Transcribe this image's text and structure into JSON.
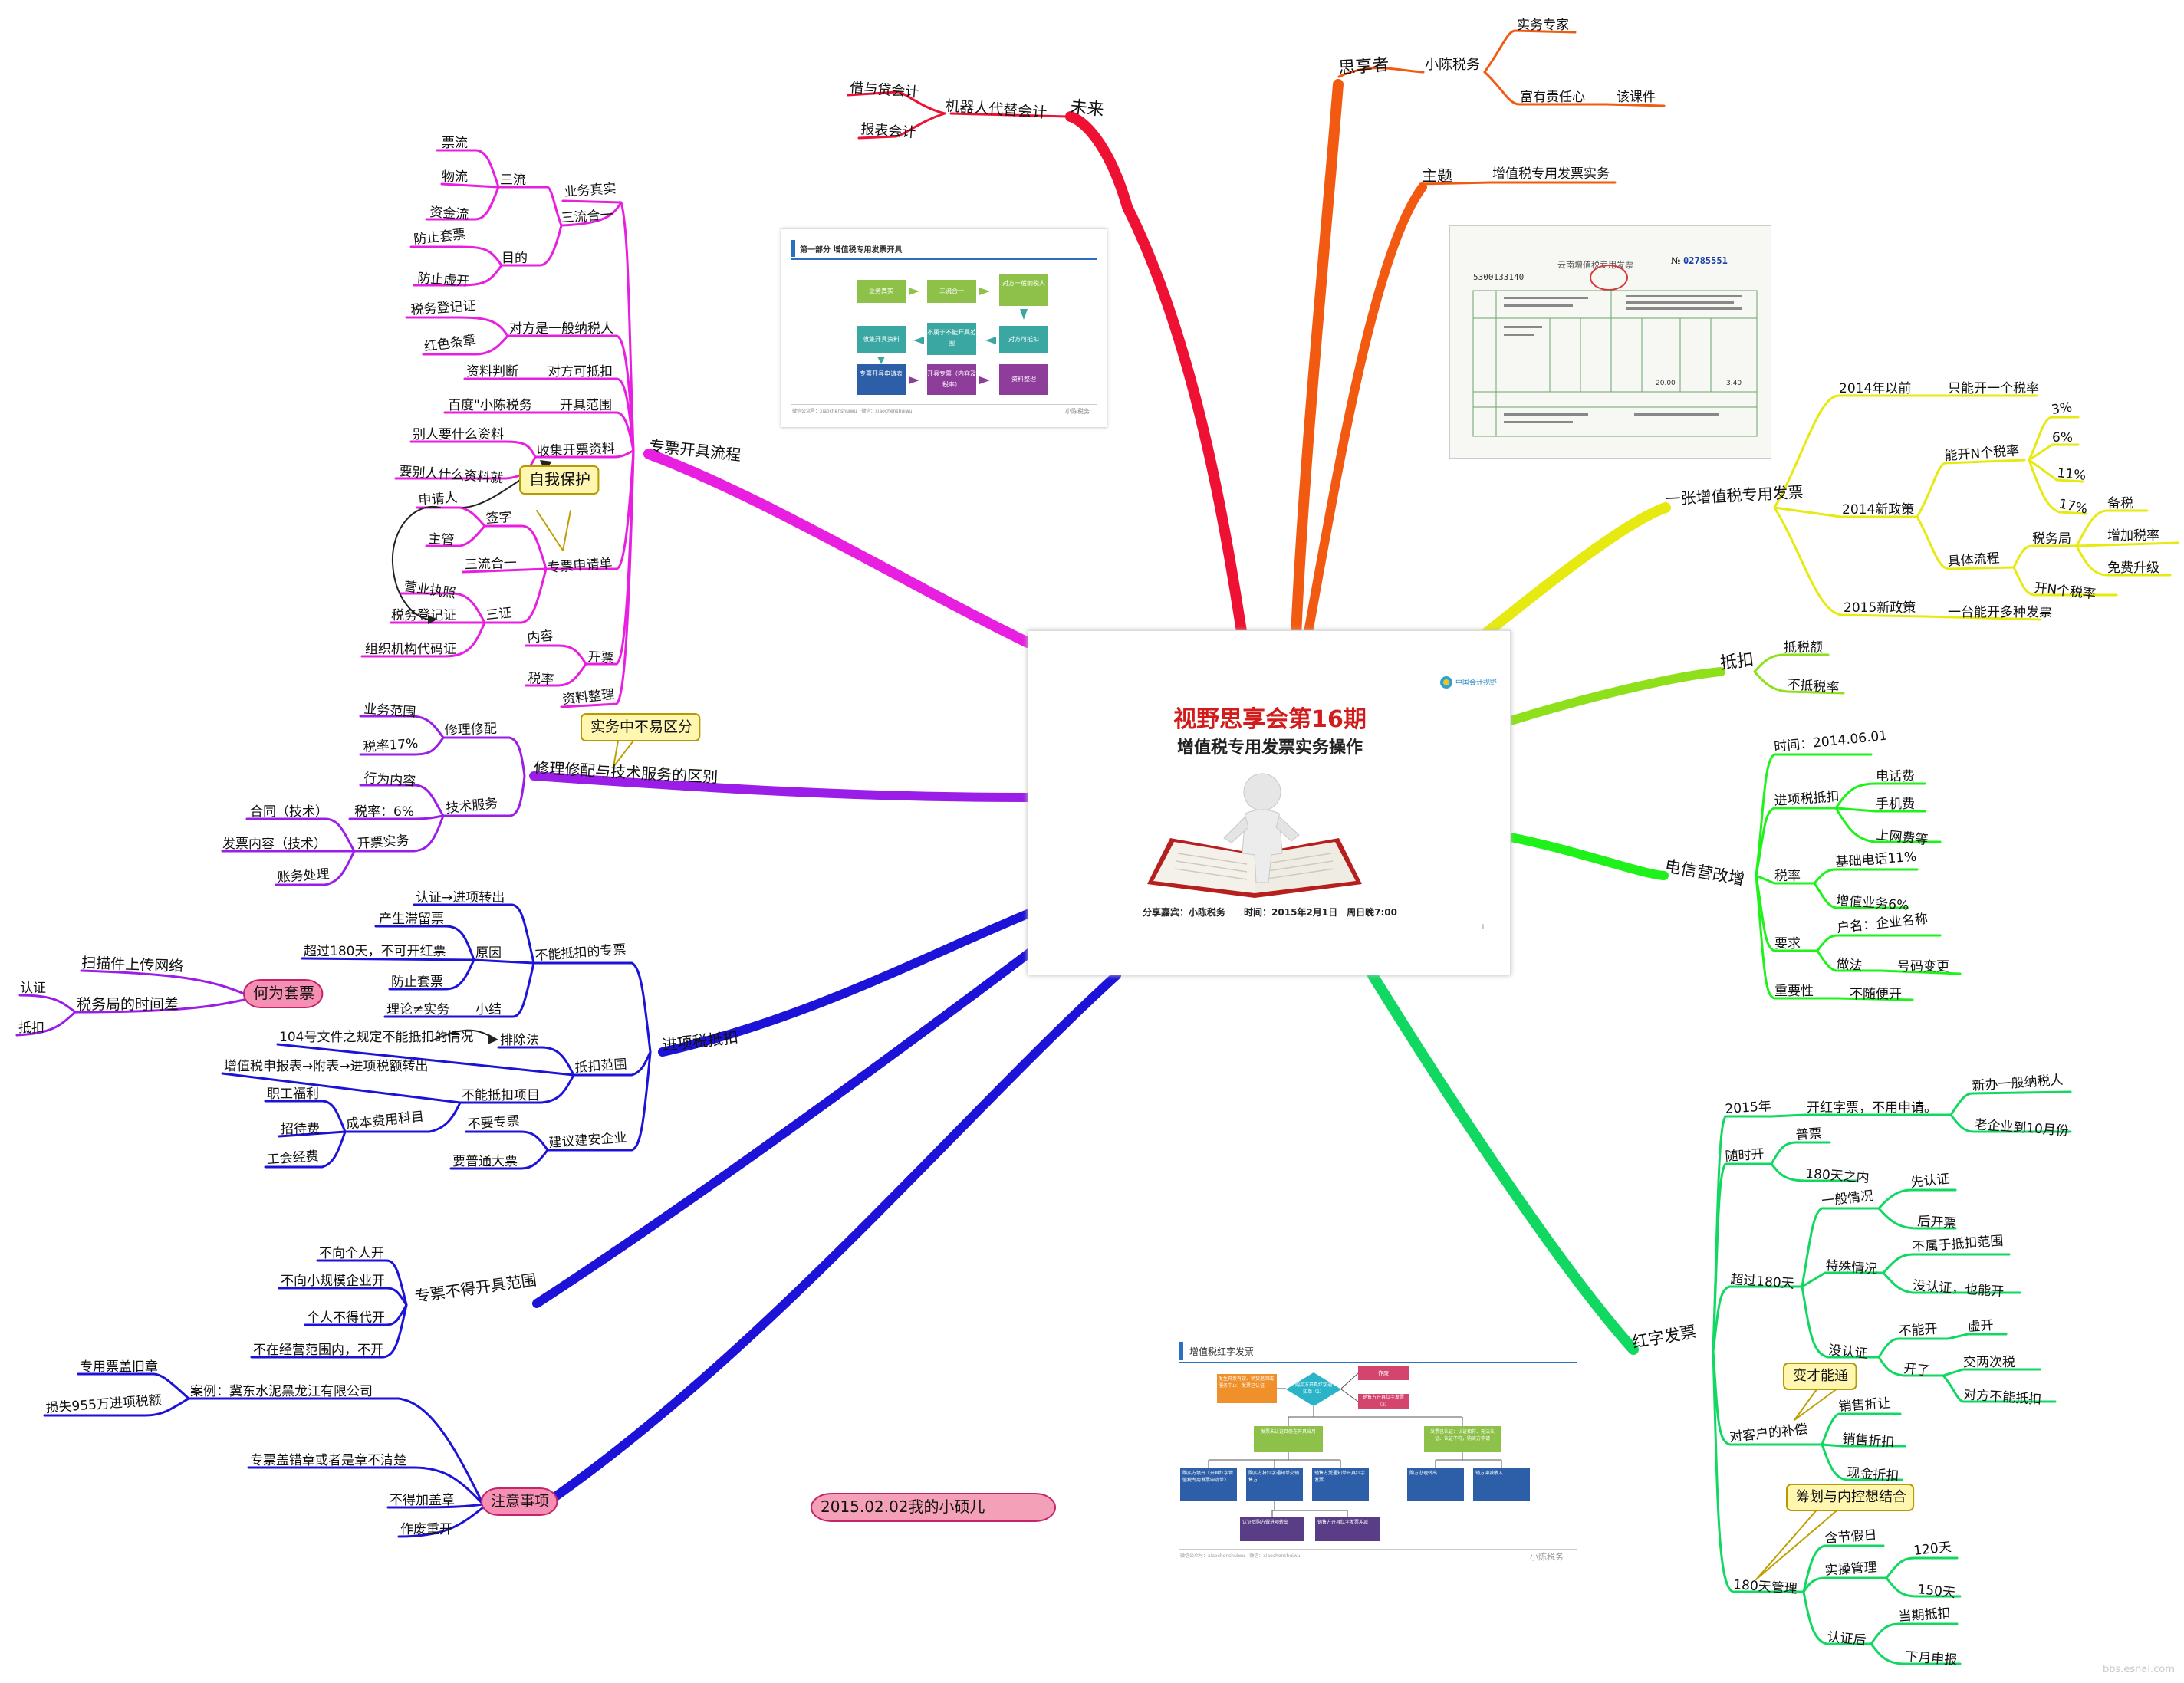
{
  "colors": {
    "magenta": "#e81ee0",
    "purple": "#9a1ee8",
    "blue": "#1d12d8",
    "red": "#ee1133",
    "orange": "#f25a12",
    "yellow": "#e6ea10",
    "lime": "#8ee01a",
    "green": "#1ef21a",
    "green2": "#10d860"
  },
  "center": {
    "title": "视野思享会第16期",
    "subtitle": "增值税专用发票实务操作",
    "footer": "分享嘉宾：小陈税务　　时间：2015年2月1日　周日晚7:00",
    "logo_text": "中国会计视野",
    "page_no": "1"
  },
  "nodes": [
    {
      "id": "n_mila",
      "text": "未来",
      "c": "red"
    },
    {
      "id": "n_jqr",
      "text": "机器人代替会计",
      "c": "red"
    },
    {
      "id": "n_jd",
      "text": "借与贷会计",
      "c": "red"
    },
    {
      "id": "n_bb",
      "text": "报表会计",
      "c": "red"
    },
    {
      "id": "n_sxz",
      "text": "思享者",
      "c": "orange"
    },
    {
      "id": "n_xcsw",
      "text": "小陈税务",
      "c": "orange"
    },
    {
      "id": "n_swzj",
      "text": "实务专家",
      "c": "orange"
    },
    {
      "id": "n_fyzr",
      "text": "富有责任心",
      "c": "orange"
    },
    {
      "id": "n_gkj",
      "text": "该课件",
      "c": "orange"
    },
    {
      "id": "n_zt",
      "text": "主题",
      "c": "orange"
    },
    {
      "id": "n_ztv",
      "text": "增值税专用发票实务",
      "c": "orange"
    },
    {
      "id": "n_yzz",
      "text": "一张增值税专用发票",
      "c": "yellow"
    },
    {
      "id": "n_2014q",
      "text": "2014年以前",
      "c": "yellow"
    },
    {
      "id": "n_zkyg",
      "text": "只能开一个税率",
      "c": "yellow"
    },
    {
      "id": "n_2014x",
      "text": "2014新政策",
      "c": "yellow"
    },
    {
      "id": "n_nkn",
      "text": "能开N个税率",
      "c": "yellow"
    },
    {
      "id": "n_p3",
      "text": "3%",
      "c": "yellow"
    },
    {
      "id": "n_p6",
      "text": "6%",
      "c": "yellow"
    },
    {
      "id": "n_p11",
      "text": "11%",
      "c": "yellow"
    },
    {
      "id": "n_p17",
      "text": "17%",
      "c": "yellow"
    },
    {
      "id": "n_jtlc",
      "text": "具体流程",
      "c": "yellow"
    },
    {
      "id": "n_swj",
      "text": "税务局",
      "c": "yellow"
    },
    {
      "id": "n_bs",
      "text": "备税",
      "c": "yellow"
    },
    {
      "id": "n_zjsl",
      "text": "增加税率",
      "c": "yellow"
    },
    {
      "id": "n_mfsj",
      "text": "免费升级",
      "c": "yellow"
    },
    {
      "id": "n_knsl",
      "text": "开N个税率",
      "c": "yellow"
    },
    {
      "id": "n_2015x",
      "text": "2015新政策",
      "c": "yellow"
    },
    {
      "id": "n_ytj",
      "text": "一台能开多种发票",
      "c": "yellow"
    },
    {
      "id": "n_dk",
      "text": "抵扣",
      "c": "lime"
    },
    {
      "id": "n_dse",
      "text": "抵税额",
      "c": "lime"
    },
    {
      "id": "n_bdsl",
      "text": "不抵税率",
      "c": "lime"
    },
    {
      "id": "n_dx",
      "text": "电信营改增",
      "c": "green"
    },
    {
      "id": "n_sj",
      "text": "时间：2014.06.01",
      "c": "green"
    },
    {
      "id": "n_jxdk",
      "text": "进项税抵扣",
      "c": "green"
    },
    {
      "id": "n_dhf",
      "text": "电话费",
      "c": "green"
    },
    {
      "id": "n_sjf",
      "text": "手机费",
      "c": "green"
    },
    {
      "id": "n_swf",
      "text": "上网费等",
      "c": "green"
    },
    {
      "id": "n_sl",
      "text": "税率",
      "c": "green"
    },
    {
      "id": "n_jcdx",
      "text": "基础电话11%",
      "c": "green"
    },
    {
      "id": "n_zzyw",
      "text": "增值业务6%",
      "c": "green"
    },
    {
      "id": "n_yq",
      "text": "要求",
      "c": "green"
    },
    {
      "id": "n_hm",
      "text": "户名：企业名称",
      "c": "green"
    },
    {
      "id": "n_zf",
      "text": "做法",
      "c": "green"
    },
    {
      "id": "n_hmbg",
      "text": "号码变更",
      "c": "green"
    },
    {
      "id": "n_zyx",
      "text": "重要性",
      "c": "green"
    },
    {
      "id": "n_bsbk",
      "text": "不随便开",
      "c": "green"
    },
    {
      "id": "n_hzfp",
      "text": "红字发票",
      "c": "green2"
    },
    {
      "id": "n_2015",
      "text": "2015年",
      "c": "green2"
    },
    {
      "id": "n_khz",
      "text": "开红字票，不用申请。",
      "c": "green2"
    },
    {
      "id": "n_xbyb",
      "text": "新办一般纳税人",
      "c": "green2"
    },
    {
      "id": "n_lqy",
      "text": "老企业到10月份",
      "c": "green2"
    },
    {
      "id": "n_sshk",
      "text": "随时开",
      "c": "green2"
    },
    {
      "id": "n_pp",
      "text": "普票",
      "c": "green2"
    },
    {
      "id": "n_180n",
      "text": "180天之内",
      "c": "green2"
    },
    {
      "id": "n_cg180",
      "text": "超过180天",
      "c": "green2"
    },
    {
      "id": "n_ybqk",
      "text": "一般情况",
      "c": "green2"
    },
    {
      "id": "n_xrz",
      "text": "先认证",
      "c": "green2"
    },
    {
      "id": "n_hkp",
      "text": "后开票",
      "c": "green2"
    },
    {
      "id": "n_tsqk",
      "text": "特殊情况",
      "c": "green2"
    },
    {
      "id": "n_bsdk",
      "text": "不属于抵扣范围",
      "c": "green2"
    },
    {
      "id": "n_mrzyn",
      "text": "没认证，也能开",
      "c": "green2"
    },
    {
      "id": "n_mrz",
      "text": "没认证",
      "c": "green2"
    },
    {
      "id": "n_bnk",
      "text": "不能开",
      "c": "green2"
    },
    {
      "id": "n_xuk",
      "text": "虚开",
      "c": "green2"
    },
    {
      "id": "n_kl",
      "text": "开了",
      "c": "green2"
    },
    {
      "id": "n_jlcs",
      "text": "交两次税",
      "c": "green2"
    },
    {
      "id": "n_dfbn",
      "text": "对方不能抵扣",
      "c": "green2"
    },
    {
      "id": "n_dkhbc",
      "text": "对客户的补偿",
      "c": "green2"
    },
    {
      "id": "n_xszr",
      "text": "销售折让",
      "c": "green2"
    },
    {
      "id": "n_xszk",
      "text": "销售折扣",
      "c": "green2"
    },
    {
      "id": "n_xjzk",
      "text": "现金折扣",
      "c": "green2"
    },
    {
      "id": "n_180g",
      "text": "180天管理",
      "c": "green2"
    },
    {
      "id": "n_hjjr",
      "text": "含节假日",
      "c": "green2"
    },
    {
      "id": "n_sczl",
      "text": "实操管理",
      "c": "green2"
    },
    {
      "id": "n_120",
      "text": "120天",
      "c": "green2"
    },
    {
      "id": "n_150",
      "text": "150天",
      "c": "green2"
    },
    {
      "id": "n_rzh",
      "text": "认证后",
      "c": "green2"
    },
    {
      "id": "n_dqdk",
      "text": "当期抵扣",
      "c": "green2"
    },
    {
      "id": "n_xysb",
      "text": "下月申报",
      "c": "green2"
    },
    {
      "id": "n_zplc",
      "text": "专票开具流程",
      "c": "magenta"
    },
    {
      "id": "n_ywzs",
      "text": "业务真实",
      "c": "magenta"
    },
    {
      "id": "n_slhy",
      "text": "三流合一",
      "c": "magenta"
    },
    {
      "id": "n_sl3",
      "text": "三流",
      "c": "magenta"
    },
    {
      "id": "n_pl",
      "text": "票流",
      "c": "magenta"
    },
    {
      "id": "n_wl",
      "text": "物流",
      "c": "magenta"
    },
    {
      "id": "n_zjl",
      "text": "资金流",
      "c": "magenta"
    },
    {
      "id": "n_md",
      "text": "目的",
      "c": "magenta"
    },
    {
      "id": "n_fztp",
      "text": "防止套票",
      "c": "magenta"
    },
    {
      "id": "n_fzxk",
      "text": "防止虚开",
      "c": "magenta"
    },
    {
      "id": "n_dfsyb",
      "text": "对方是一般纳税人",
      "c": "magenta"
    },
    {
      "id": "n_swdj",
      "text": "税务登记证",
      "c": "magenta"
    },
    {
      "id": "n_hsct",
      "text": "红色条章",
      "c": "magenta"
    },
    {
      "id": "n_dfkdk",
      "text": "对方可抵扣",
      "c": "magenta"
    },
    {
      "id": "n_zlpd",
      "text": "资料判断",
      "c": "magenta"
    },
    {
      "id": "n_kjfw",
      "text": "开具范围",
      "c": "magenta"
    },
    {
      "id": "n_bdxc",
      "text": "百度\"小陈税务",
      "c": "magenta"
    },
    {
      "id": "n_sjkp",
      "text": "收集开票资料",
      "c": "magenta"
    },
    {
      "id": "n_brysm",
      "text": "别人要什么资料",
      "c": "magenta"
    },
    {
      "id": "n_ybr",
      "text": "要别人什么资料就",
      "c": "magenta"
    },
    {
      "id": "n_zpsqd",
      "text": "专票申请单",
      "c": "magenta"
    },
    {
      "id": "n_sqr",
      "text": "申请人",
      "c": "magenta"
    },
    {
      "id": "n_qz",
      "text": "签字",
      "c": "magenta"
    },
    {
      "id": "n_zg",
      "text": "主管",
      "c": "magenta"
    },
    {
      "id": "n_slhy2",
      "text": "三流合一",
      "c": "magenta"
    },
    {
      "id": "n_sz",
      "text": "三证",
      "c": "magenta"
    },
    {
      "id": "n_yyzz",
      "text": "营业执照",
      "c": "magenta"
    },
    {
      "id": "n_swdjz2",
      "text": "税务登记证",
      "c": "magenta"
    },
    {
      "id": "n_zzjg",
      "text": "组织机构代码证",
      "c": "magenta"
    },
    {
      "id": "n_kp",
      "text": "开票",
      "c": "magenta"
    },
    {
      "id": "n_nr",
      "text": "内容",
      "c": "magenta"
    },
    {
      "id": "n_slv",
      "text": "税率",
      "c": "magenta"
    },
    {
      "id": "n_zlzl",
      "text": "资料整理",
      "c": "magenta"
    },
    {
      "id": "n_zwbh",
      "text": "自我保护",
      "c": "magenta"
    },
    {
      "id": "n_xlxp",
      "text": "修理修配与技术服务的区别",
      "c": "purple"
    },
    {
      "id": "n_xlxp2",
      "text": "修理修配",
      "c": "purple"
    },
    {
      "id": "n_ywfw",
      "text": "业务范围",
      "c": "purple"
    },
    {
      "id": "n_sl17",
      "text": "税率17%",
      "c": "purple"
    },
    {
      "id": "n_jsfw",
      "text": "技术服务",
      "c": "purple"
    },
    {
      "id": "n_hynr",
      "text": "行为内容",
      "c": "purple"
    },
    {
      "id": "n_sl6",
      "text": "税率：6%",
      "c": "purple"
    },
    {
      "id": "n_kpsw",
      "text": "开票实务",
      "c": "purple"
    },
    {
      "id": "n_htjs",
      "text": "合同（技术）",
      "c": "purple"
    },
    {
      "id": "n_fpnr",
      "text": "发票内容（技术）",
      "c": "purple"
    },
    {
      "id": "n_zwcl",
      "text": "账务处理",
      "c": "purple"
    },
    {
      "id": "n_swzbyqf",
      "text": "实务中不易区分",
      "c": "purple"
    },
    {
      "id": "n_jxsdk",
      "text": "进项税抵扣",
      "c": "blue"
    },
    {
      "id": "n_bndk",
      "text": "不能抵扣的专票",
      "c": "blue"
    },
    {
      "id": "n_rzjx",
      "text": "认证→进项转出",
      "c": "blue"
    },
    {
      "id": "n_yy",
      "text": "原因",
      "c": "blue"
    },
    {
      "id": "n_cszl",
      "text": "产生滞留票",
      "c": "blue"
    },
    {
      "id": "n_cg180b",
      "text": "超过180天，不可开红票",
      "c": "blue"
    },
    {
      "id": "n_fztp2",
      "text": "防止套票",
      "c": "blue"
    },
    {
      "id": "n_xj",
      "text": "小结",
      "c": "blue"
    },
    {
      "id": "n_llsw",
      "text": "理论≠实务",
      "c": "blue"
    },
    {
      "id": "n_dkfw",
      "text": "抵扣范围",
      "c": "blue"
    },
    {
      "id": "n_pcf",
      "text": "排除法",
      "c": "blue"
    },
    {
      "id": "n_104",
      "text": "104号文件之规定不能抵扣的情况",
      "c": "blue"
    },
    {
      "id": "n_bndkxm",
      "text": "不能抵扣项目",
      "c": "blue"
    },
    {
      "id": "n_zzssb",
      "text": "增值税申报表→附表→进项税额转出",
      "c": "blue"
    },
    {
      "id": "n_cbfy",
      "text": "成本费用科目",
      "c": "blue"
    },
    {
      "id": "n_zgfl",
      "text": "职工福利",
      "c": "blue"
    },
    {
      "id": "n_zdf",
      "text": "招待费",
      "c": "blue"
    },
    {
      "id": "n_ghjf",
      "text": "工会经费",
      "c": "blue"
    },
    {
      "id": "n_jyjaq",
      "text": "建议建安企业",
      "c": "blue"
    },
    {
      "id": "n_byzp",
      "text": "不要专票",
      "c": "blue"
    },
    {
      "id": "n_ypt",
      "text": "要普通大票",
      "c": "blue"
    },
    {
      "id": "n_zpbd",
      "text": "专票不得开具范围",
      "c": "blue"
    },
    {
      "id": "n_bxgr",
      "text": "不向个人开",
      "c": "blue"
    },
    {
      "id": "n_bxxgm",
      "text": "不向小规模企业开",
      "c": "blue"
    },
    {
      "id": "n_grbd",
      "text": "个人不得代开",
      "c": "blue"
    },
    {
      "id": "n_bzjy",
      "text": "不在经营范围内，不开",
      "c": "blue"
    },
    {
      "id": "n_zysx",
      "text": "注意事项",
      "c": "blue"
    },
    {
      "id": "n_al",
      "text": "案例：冀东水泥黑龙江有限公司",
      "c": "blue"
    },
    {
      "id": "n_zypgj",
      "text": "专用票盖旧章",
      "c": "blue"
    },
    {
      "id": "n_ss955",
      "text": "损失955万进项税额",
      "c": "blue"
    },
    {
      "id": "n_zpgc",
      "text": "专票盖错章或者是章不清楚",
      "c": "blue"
    },
    {
      "id": "n_bdjgz",
      "text": "不得加盖章",
      "c": "blue"
    },
    {
      "id": "n_zfck",
      "text": "作废重开",
      "c": "blue"
    },
    {
      "id": "n_hwtp",
      "text": "何为套票",
      "c": "purple"
    },
    {
      "id": "n_smj",
      "text": "扫描件上传网络",
      "c": "purple"
    },
    {
      "id": "n_swjsj",
      "text": "税务局的时间差",
      "c": "purple"
    },
    {
      "id": "n_rz",
      "text": "认证",
      "c": "purple"
    },
    {
      "id": "n_dk2",
      "text": "抵扣",
      "c": "purple"
    },
    {
      "id": "n_bdtx",
      "text": "变才能通",
      "c": "green2"
    },
    {
      "id": "n_chyn",
      "text": "筹划与内控想结合",
      "c": "green2"
    },
    {
      "id": "n_date",
      "text": "2015.02.02我的小硕儿",
      "c": "red"
    }
  ],
  "slide1": {
    "header": "第一部分 增值税专用发票开具",
    "boxes": [
      "业务真实",
      "三流合一",
      "对方一般纳税人",
      "收集开具资料",
      "不属于不能开具范围",
      "对方可抵扣",
      "专票开具申请表",
      "开具专票（内容及税率）",
      "资料整理"
    ],
    "footer_left": "微信公众号：xiaochenshuiwu　微信：xiaochenshuiwu",
    "footer_right": "小陈税务"
  },
  "slide2": {
    "title": "增值税红字发票",
    "boxes": [
      "作废",
      "发生开票有误、销货退回或服务中止，发票已认证",
      "购买方开具红字通知单（1）",
      "销售方开具红字发票（2）",
      "发票未认证且仍在开具当月",
      "发票已认证：认证相符、无法认证、认证不符，购买方申请",
      "购买方填开《开具红字增值税专用发票申请单》",
      "购买方将红字通知单交销售方",
      "销售方凭通知单开具红字发票",
      "购方办理转出",
      "销方冲减收入",
      "认证后购方做进项转出",
      "销售方开具红字发票冲减"
    ],
    "footer_left": "微信公众号：xiaochenshuiwu　微信：xiaochenshuiwu",
    "footer_right": "小陈税务"
  },
  "invoice": {
    "title": "云南增值税专用发票",
    "code": "5300133140",
    "number_label": "№",
    "number": "02785551",
    "amount1": "20.00",
    "amount2": "3.40"
  },
  "watermark": "bbs.esnai.com"
}
